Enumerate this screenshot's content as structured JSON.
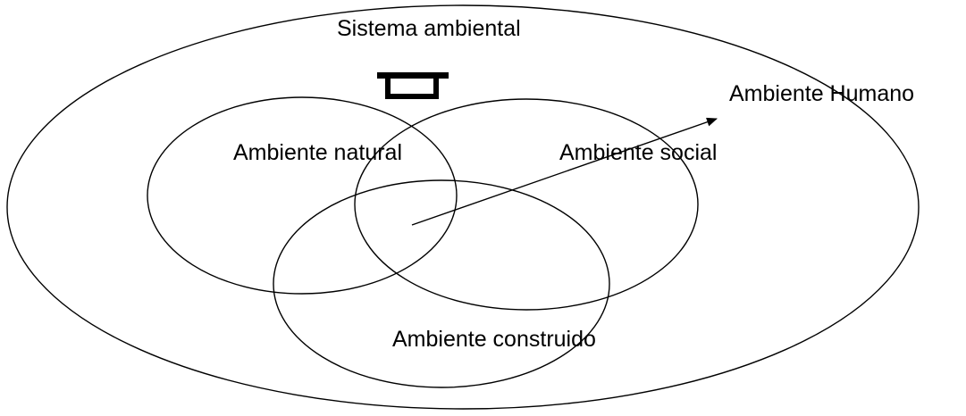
{
  "diagram": {
    "title": "Sistema ambiental",
    "labels": {
      "humano": "Ambiente Humano",
      "natural": "Ambiente natural",
      "social": "Ambiente social",
      "construido": "Ambiente construido"
    },
    "icons": {
      "house": "house-icon",
      "arrow": "arrow-icon"
    },
    "colors": {
      "stroke": "#000000",
      "background": "#ffffff"
    }
  }
}
